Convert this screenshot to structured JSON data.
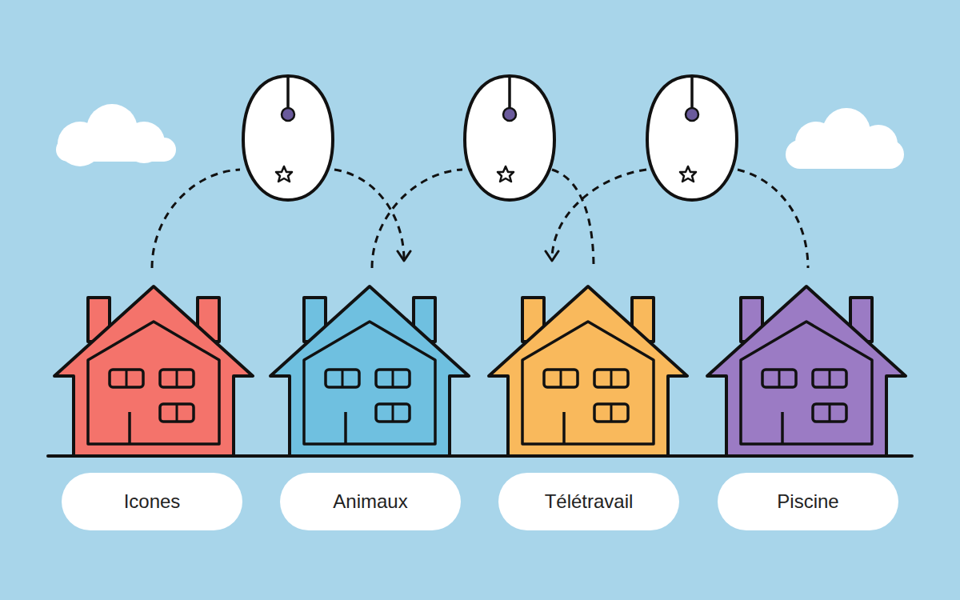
{
  "diagram": {
    "nodes": [
      {
        "text": [
          "Icones"
        ]
      },
      {
        "text": [
          "Animaux"
        ]
      },
      {
        "text": [
          "Télétravail"
        ]
      },
      {
        "text": [
          "Piscine"
        ]
      }
    ]
  }
}
